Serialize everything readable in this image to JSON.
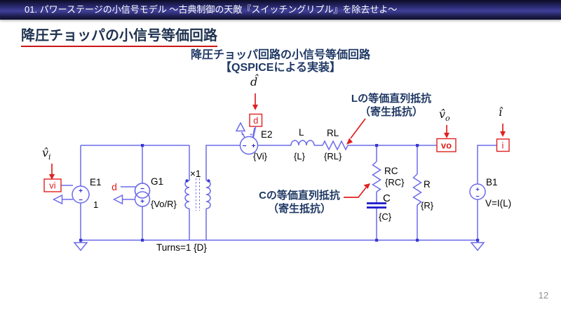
{
  "banner": {
    "text": "01. パワーステージの小信号モデル ～古典制御の天敵『スイッチングリプル』を除去せよ～"
  },
  "title": {
    "text": "降圧チョッパの小信号等価回路"
  },
  "subtitle": {
    "line1": "降圧チョッパ回路の小信号等価回路",
    "line2": "【QSPICEによる実装】"
  },
  "page_number": "12",
  "colors": {
    "wire": "#6b6bec",
    "capacitor": "#1818cc",
    "net_label": "#e02020",
    "annotation": "#1f3864",
    "title": "#1f3250",
    "title_underline": "#cc1515"
  },
  "circuit": {
    "schematic": {
      "e1": {
        "label": "E1",
        "value": "1"
      },
      "g1": {
        "label": "G1",
        "value": "{Vo/R}",
        "control_net": "d"
      },
      "xfmr": {
        "ratio": "×1",
        "turns": "Turns=1 {D}"
      },
      "e2": {
        "label": "E2",
        "value": "{Vi}"
      },
      "l": {
        "label": "L",
        "value": "{L}"
      },
      "rl": {
        "label": "RL",
        "value": "{RL}"
      },
      "rc": {
        "label": "RC",
        "value": "{RC}"
      },
      "c": {
        "label": "C",
        "value": "{C}"
      },
      "r": {
        "label": "R",
        "value": "{R}"
      },
      "b1": {
        "label": "B1",
        "value": "V=I(L)"
      },
      "plus": "+",
      "minus": "−"
    },
    "probes": {
      "vi": {
        "hat": "v̂",
        "sub": "i",
        "net": "vi"
      },
      "d": {
        "hat": "d̂",
        "sub": "",
        "net": "d"
      },
      "vo": {
        "hat": "v̂",
        "sub": "o",
        "net": "vo"
      },
      "i": {
        "hat": "î",
        "sub": "",
        "net": "i"
      }
    },
    "annotations": {
      "l_esr": {
        "line1": "Lの等価直列抵抗",
        "line2": "（寄生抵抗）"
      },
      "c_esr": {
        "line1": "Cの等価直列抵抗",
        "line2": "（寄生抵抗）"
      }
    }
  }
}
